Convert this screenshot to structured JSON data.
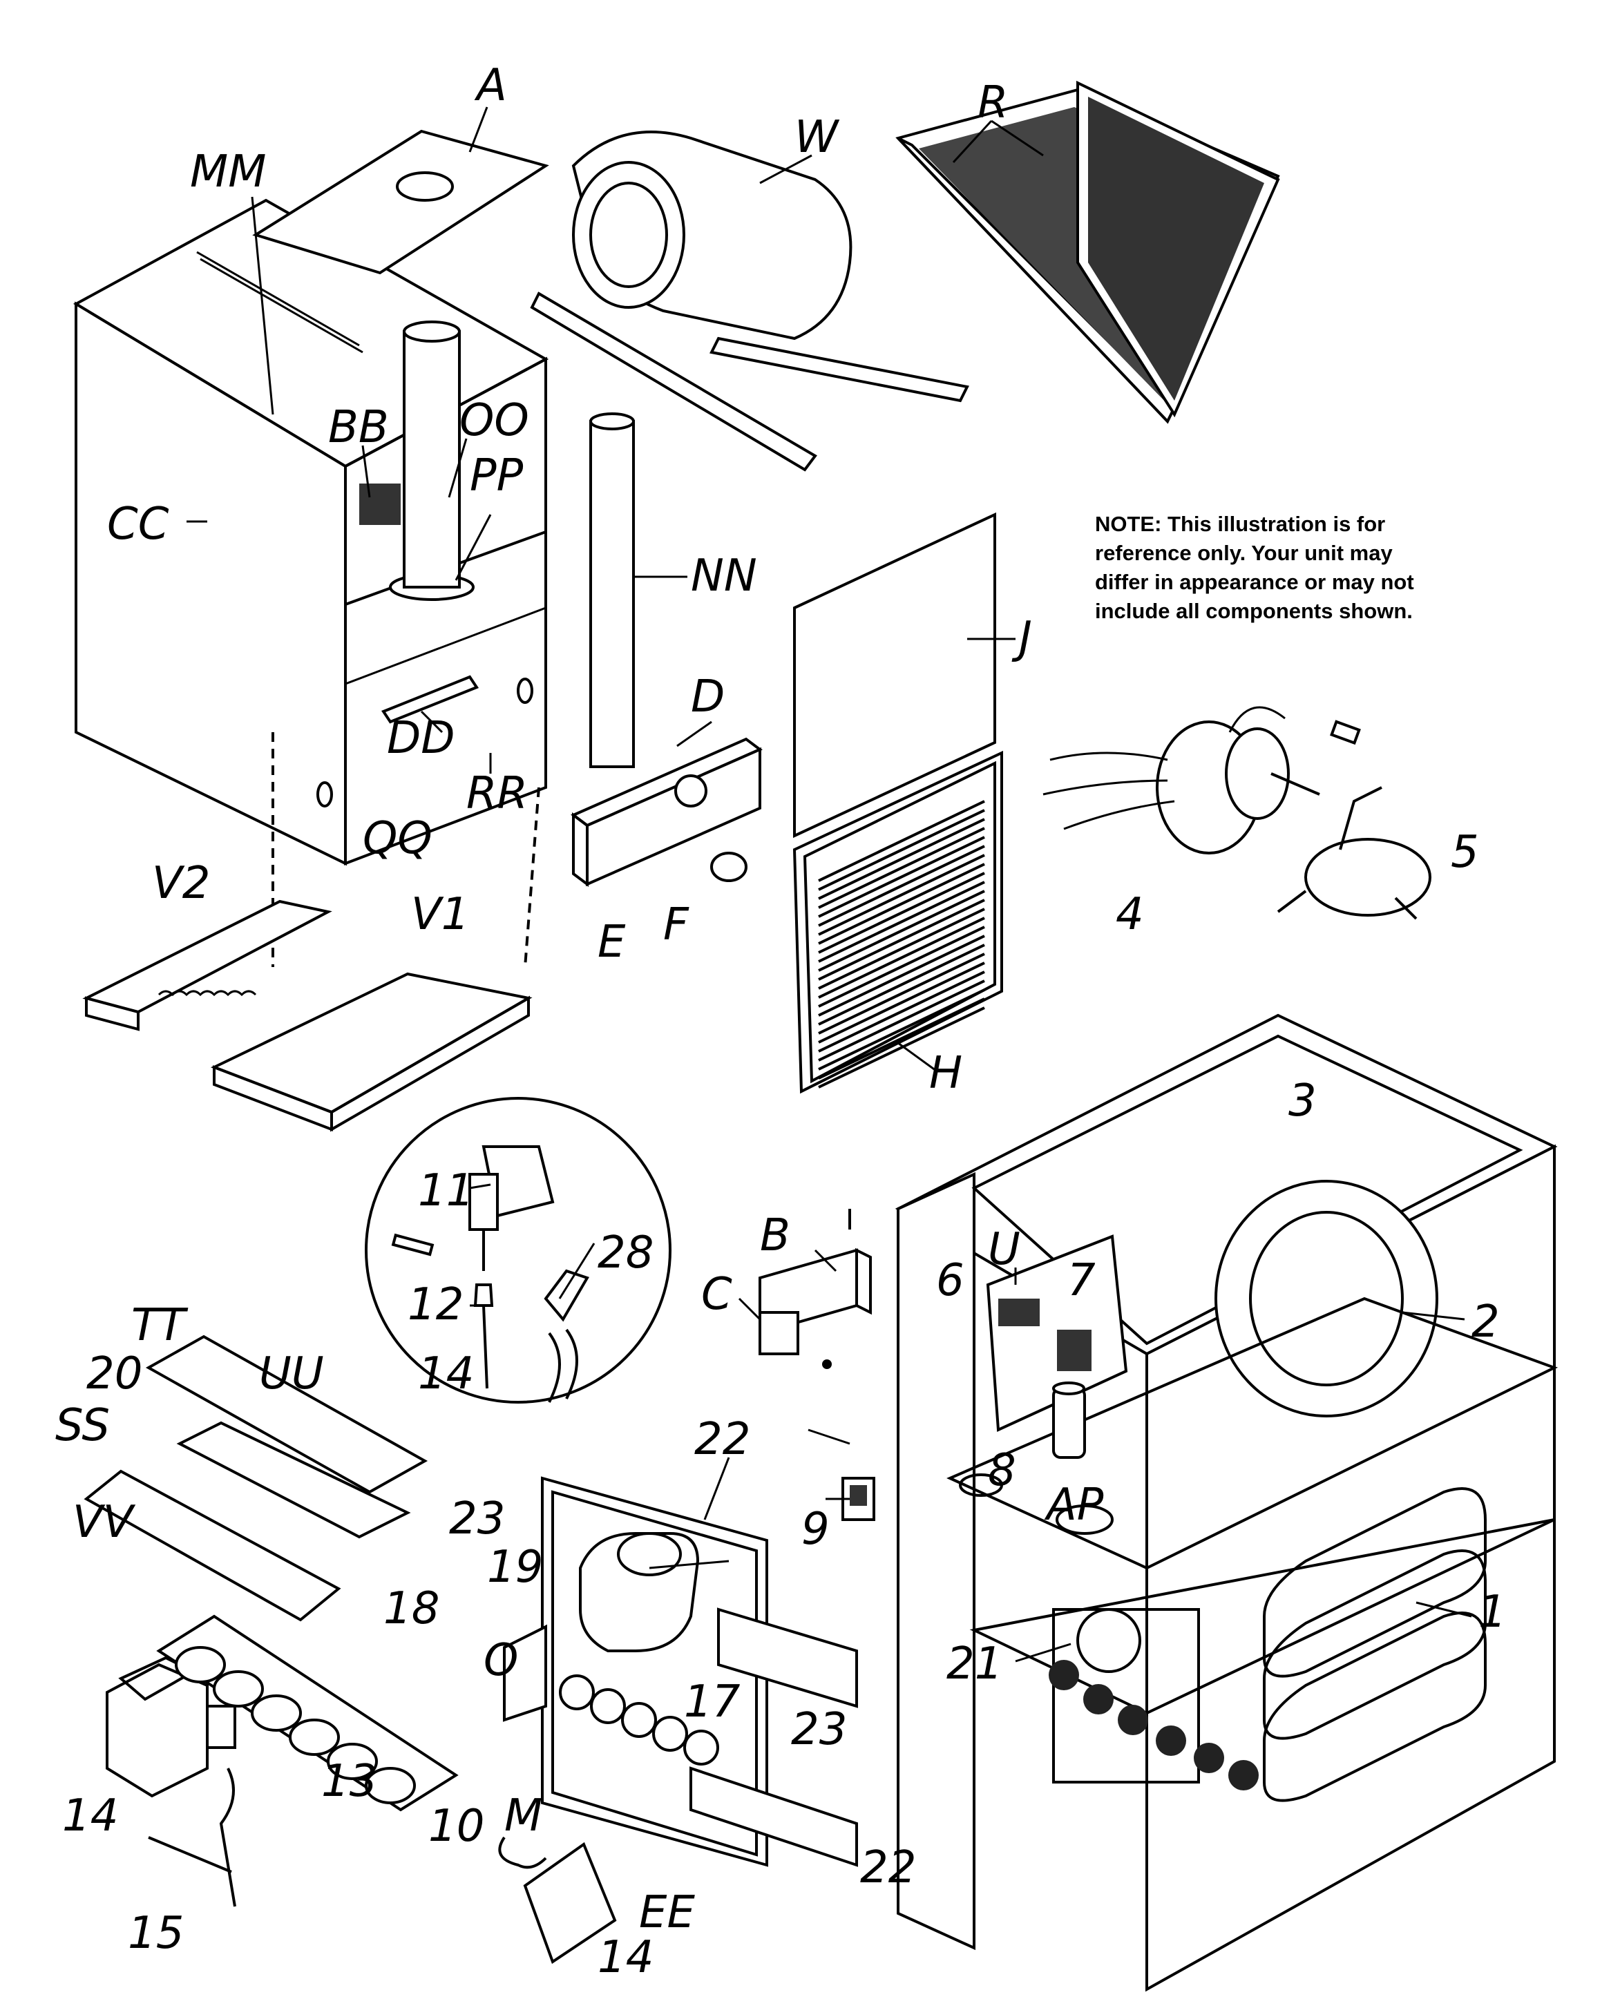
{
  "note": "NOTE:      This illustration is for\nreference only.   Your unit may\ndiffer in appearance or may not\ninclude all components shown.",
  "labels": {
    "A": "A",
    "MM": "MM",
    "W": "W",
    "R": "R",
    "BB": "BB",
    "OO": "OO",
    "PP": "PP",
    "CC": "CC",
    "NN": "NN",
    "J": "J",
    "D": "D",
    "DD": "DD",
    "RR": "RR",
    "QQ": "QQ",
    "F": "F",
    "E": "E",
    "V2": "V2",
    "V1": "V1",
    "H": "H",
    "n4": "4",
    "n5": "5",
    "n3": "3",
    "n11": "11",
    "n28": "28",
    "n12": "12",
    "n14a": "14",
    "B": "B",
    "C": "C",
    "U": "U",
    "n6": "6",
    "n7": "7",
    "n2": "2",
    "TT": "TT",
    "n20": "20",
    "UU": "UU",
    "SS": "SS",
    "n22a": "22",
    "n23a": "23",
    "n19": "19",
    "VV": "VV",
    "n18": "18",
    "n8": "8",
    "AP": "AP",
    "n9": "9",
    "n1": "1",
    "O": "O",
    "n21": "21",
    "n17": "17",
    "n23b": "23",
    "M": "M",
    "n13": "13",
    "n14b": "14",
    "n10": "10",
    "n22b": "22",
    "EE": "EE",
    "n15": "15",
    "n14c": "14"
  }
}
